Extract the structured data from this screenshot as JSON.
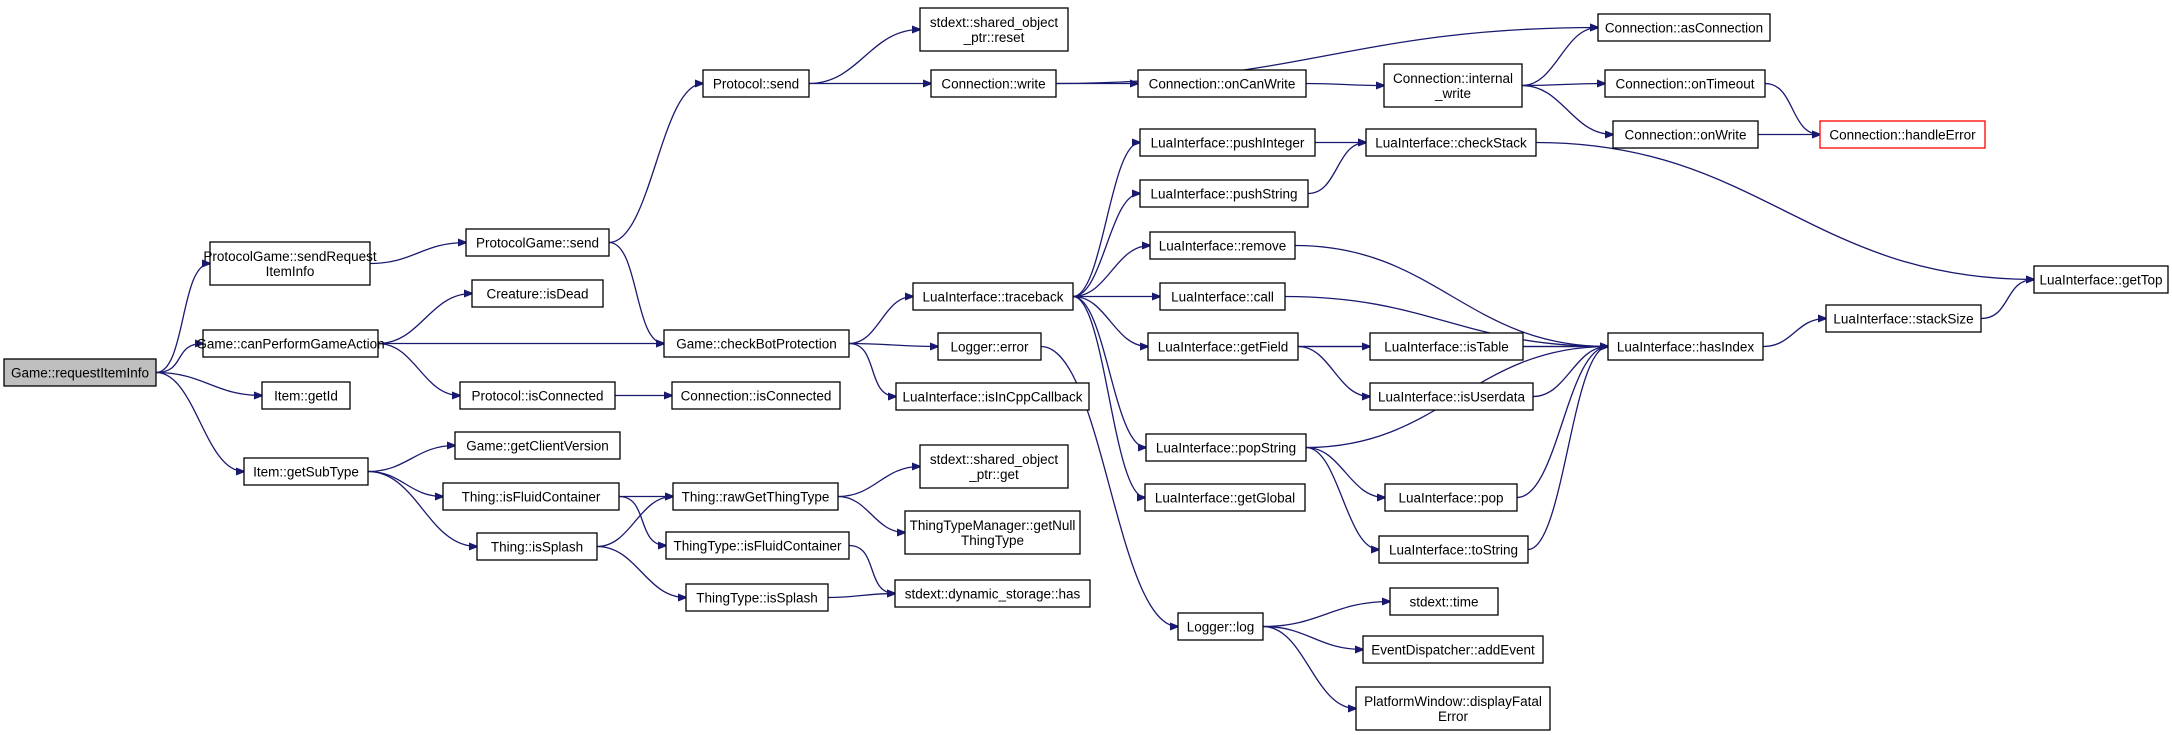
{
  "diagram": {
    "colors": {
      "edge": "#191970",
      "node_border": "#000000",
      "root_fill": "#bfbfbf",
      "error_border": "#ff0000"
    },
    "nodes": [
      {
        "id": "requestItemInfo",
        "lines": [
          "Game::requestItemInfo"
        ],
        "style": "root"
      },
      {
        "id": "sendRequestItemInfo",
        "lines": [
          "ProtocolGame::sendRequest",
          "ItemInfo"
        ]
      },
      {
        "id": "canPerformGameAction",
        "lines": [
          "Game::canPerformGameAction"
        ]
      },
      {
        "id": "itemGetId",
        "lines": [
          "Item::getId"
        ]
      },
      {
        "id": "itemGetSubType",
        "lines": [
          "Item::getSubType"
        ]
      },
      {
        "id": "protocolGameSend",
        "lines": [
          "ProtocolGame::send"
        ]
      },
      {
        "id": "creatureIsDead",
        "lines": [
          "Creature::isDead"
        ]
      },
      {
        "id": "protocolIsConnected",
        "lines": [
          "Protocol::isConnected"
        ]
      },
      {
        "id": "gameGetClientVersion",
        "lines": [
          "Game::getClientVersion"
        ]
      },
      {
        "id": "thingIsFluidContainer",
        "lines": [
          "Thing::isFluidContainer"
        ]
      },
      {
        "id": "thingIsSplash",
        "lines": [
          "Thing::isSplash"
        ]
      },
      {
        "id": "protocolSend",
        "lines": [
          "Protocol::send"
        ]
      },
      {
        "id": "checkBotProtection",
        "lines": [
          "Game::checkBotProtection"
        ]
      },
      {
        "id": "connectionIsConnected",
        "lines": [
          "Connection::isConnected"
        ]
      },
      {
        "id": "thingRawGetThingType",
        "lines": [
          "Thing::rawGetThingType"
        ]
      },
      {
        "id": "thingTypeIsFluidContainer",
        "lines": [
          "ThingType::isFluidContainer"
        ]
      },
      {
        "id": "thingTypeIsSplash",
        "lines": [
          "ThingType::isSplash"
        ]
      },
      {
        "id": "sharedObjectReset",
        "lines": [
          "stdext::shared_object",
          "_ptr::reset"
        ]
      },
      {
        "id": "connectionWrite",
        "lines": [
          "Connection::write"
        ]
      },
      {
        "id": "luaTraceback",
        "lines": [
          "LuaInterface::traceback"
        ]
      },
      {
        "id": "loggerError",
        "lines": [
          "Logger::error"
        ]
      },
      {
        "id": "luaIsInCppCallback",
        "lines": [
          "LuaInterface::isInCppCallback"
        ]
      },
      {
        "id": "sharedObjectGet",
        "lines": [
          "stdext::shared_object",
          "_ptr::get"
        ]
      },
      {
        "id": "getNullThingType",
        "lines": [
          "ThingTypeManager::getNull",
          "ThingType"
        ]
      },
      {
        "id": "dynamicStorageHas",
        "lines": [
          "stdext::dynamic_storage::has"
        ]
      },
      {
        "id": "connectionOnCanWrite",
        "lines": [
          "Connection::onCanWrite"
        ]
      },
      {
        "id": "luaPushInteger",
        "lines": [
          "LuaInterface::pushInteger"
        ]
      },
      {
        "id": "luaPushString",
        "lines": [
          "LuaInterface::pushString"
        ]
      },
      {
        "id": "luaRemove",
        "lines": [
          "LuaInterface::remove"
        ]
      },
      {
        "id": "luaCall",
        "lines": [
          "LuaInterface::call"
        ]
      },
      {
        "id": "luaGetField",
        "lines": [
          "LuaInterface::getField"
        ]
      },
      {
        "id": "luaPopString",
        "lines": [
          "LuaInterface::popString"
        ]
      },
      {
        "id": "luaGetGlobal",
        "lines": [
          "LuaInterface::getGlobal"
        ]
      },
      {
        "id": "loggerLog",
        "lines": [
          "Logger::log"
        ]
      },
      {
        "id": "connectionInternalWrite",
        "lines": [
          "Connection::internal",
          "_write"
        ]
      },
      {
        "id": "luaCheckStack",
        "lines": [
          "LuaInterface::checkStack"
        ]
      },
      {
        "id": "luaIsTable",
        "lines": [
          "LuaInterface::isTable"
        ]
      },
      {
        "id": "luaIsUserdata",
        "lines": [
          "LuaInterface::isUserdata"
        ]
      },
      {
        "id": "luaPop",
        "lines": [
          "LuaInterface::pop"
        ]
      },
      {
        "id": "luaToString",
        "lines": [
          "LuaInterface::toString"
        ]
      },
      {
        "id": "stdextTime",
        "lines": [
          "stdext::time"
        ]
      },
      {
        "id": "eventDispatcherAddEvent",
        "lines": [
          "EventDispatcher::addEvent"
        ]
      },
      {
        "id": "displayFatalError",
        "lines": [
          "PlatformWindow::displayFatal",
          "Error"
        ]
      },
      {
        "id": "connectionAsConnection",
        "lines": [
          "Connection::asConnection"
        ]
      },
      {
        "id": "connectionOnTimeout",
        "lines": [
          "Connection::onTimeout"
        ]
      },
      {
        "id": "connectionOnWrite",
        "lines": [
          "Connection::onWrite"
        ]
      },
      {
        "id": "luaHasIndex",
        "lines": [
          "LuaInterface::hasIndex"
        ]
      },
      {
        "id": "connectionHandleError",
        "lines": [
          "Connection::handleError"
        ],
        "style": "error"
      },
      {
        "id": "luaStackSize",
        "lines": [
          "LuaInterface::stackSize"
        ]
      },
      {
        "id": "luaGetTop",
        "lines": [
          "LuaInterface::getTop"
        ]
      }
    ],
    "edges": [
      [
        "requestItemInfo",
        "sendRequestItemInfo"
      ],
      [
        "requestItemInfo",
        "canPerformGameAction"
      ],
      [
        "requestItemInfo",
        "itemGetId"
      ],
      [
        "requestItemInfo",
        "itemGetSubType"
      ],
      [
        "sendRequestItemInfo",
        "protocolGameSend"
      ],
      [
        "canPerformGameAction",
        "creatureIsDead"
      ],
      [
        "canPerformGameAction",
        "checkBotProtection"
      ],
      [
        "canPerformGameAction",
        "protocolIsConnected"
      ],
      [
        "protocolGameSend",
        "protocolSend"
      ],
      [
        "protocolGameSend",
        "checkBotProtection"
      ],
      [
        "protocolIsConnected",
        "connectionIsConnected"
      ],
      [
        "itemGetSubType",
        "gameGetClientVersion"
      ],
      [
        "itemGetSubType",
        "thingIsFluidContainer"
      ],
      [
        "itemGetSubType",
        "thingIsSplash"
      ],
      [
        "thingIsFluidContainer",
        "thingRawGetThingType"
      ],
      [
        "thingIsFluidContainer",
        "thingTypeIsFluidContainer"
      ],
      [
        "thingIsSplash",
        "thingRawGetThingType"
      ],
      [
        "thingIsSplash",
        "thingTypeIsSplash"
      ],
      [
        "thingRawGetThingType",
        "sharedObjectGet"
      ],
      [
        "thingRawGetThingType",
        "getNullThingType"
      ],
      [
        "thingTypeIsFluidContainer",
        "dynamicStorageHas"
      ],
      [
        "thingTypeIsSplash",
        "dynamicStorageHas"
      ],
      [
        "protocolSend",
        "sharedObjectReset"
      ],
      [
        "protocolSend",
        "connectionWrite"
      ],
      [
        "connectionWrite",
        "connectionAsConnection"
      ],
      [
        "connectionWrite",
        "connectionOnCanWrite"
      ],
      [
        "connectionOnCanWrite",
        "connectionInternalWrite"
      ],
      [
        "connectionInternalWrite",
        "connectionAsConnection"
      ],
      [
        "connectionInternalWrite",
        "connectionOnTimeout"
      ],
      [
        "connectionInternalWrite",
        "connectionOnWrite"
      ],
      [
        "connectionOnTimeout",
        "connectionHandleError"
      ],
      [
        "connectionOnWrite",
        "connectionHandleError"
      ],
      [
        "checkBotProtection",
        "luaTraceback"
      ],
      [
        "checkBotProtection",
        "loggerError"
      ],
      [
        "checkBotProtection",
        "luaIsInCppCallback"
      ],
      [
        "luaTraceback",
        "luaPushInteger"
      ],
      [
        "luaTraceback",
        "luaPushString"
      ],
      [
        "luaTraceback",
        "luaRemove"
      ],
      [
        "luaTraceback",
        "luaCall"
      ],
      [
        "luaTraceback",
        "luaGetField"
      ],
      [
        "luaTraceback",
        "luaPopString"
      ],
      [
        "luaTraceback",
        "luaGetGlobal"
      ],
      [
        "loggerError",
        "loggerLog"
      ],
      [
        "luaPushInteger",
        "luaCheckStack"
      ],
      [
        "luaPushString",
        "luaCheckStack"
      ],
      [
        "luaCheckStack",
        "luaGetTop"
      ],
      [
        "luaRemove",
        "luaHasIndex"
      ],
      [
        "luaCall",
        "luaHasIndex"
      ],
      [
        "luaGetField",
        "luaIsTable"
      ],
      [
        "luaGetField",
        "luaIsUserdata"
      ],
      [
        "luaGetField",
        "luaHasIndex"
      ],
      [
        "luaIsTable",
        "luaHasIndex"
      ],
      [
        "luaIsUserdata",
        "luaHasIndex"
      ],
      [
        "luaPopString",
        "luaHasIndex"
      ],
      [
        "luaPopString",
        "luaPop"
      ],
      [
        "luaPopString",
        "luaToString"
      ],
      [
        "luaPop",
        "luaHasIndex"
      ],
      [
        "luaToString",
        "luaHasIndex"
      ],
      [
        "luaHasIndex",
        "luaStackSize"
      ],
      [
        "luaStackSize",
        "luaGetTop"
      ],
      [
        "loggerLog",
        "stdextTime"
      ],
      [
        "loggerLog",
        "eventDispatcherAddEvent"
      ],
      [
        "loggerLog",
        "displayFatalError"
      ]
    ]
  }
}
